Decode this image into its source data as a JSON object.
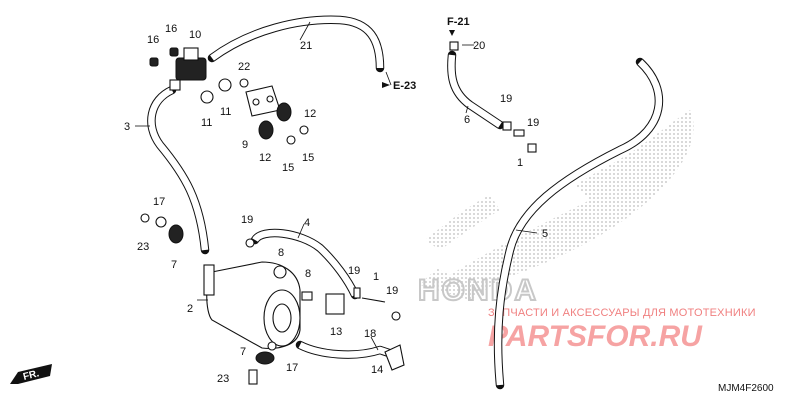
{
  "diagram": {
    "callouts": {
      "p1a": "1",
      "p1b": "1",
      "p2": "2",
      "p3": "3",
      "p4": "4",
      "p5": "5",
      "p6": "6",
      "p7a": "7",
      "p7b": "7",
      "p8a": "8",
      "p8b": "8",
      "p9": "9",
      "p10": "10",
      "p11a": "11",
      "p11b": "11",
      "p12a": "12",
      "p12b": "12",
      "p13": "13",
      "p14": "14",
      "p15a": "15",
      "p15b": "15",
      "p16a": "16",
      "p16b": "16",
      "p17a": "17",
      "p17b": "17",
      "p18": "18",
      "p19a": "19",
      "p19b": "19",
      "p19c": "19",
      "p19d": "19",
      "p19e": "19",
      "p20": "20",
      "p21": "21",
      "p22": "22",
      "p23a": "23",
      "p23b": "23"
    },
    "refs": {
      "e23": "E-23",
      "f21": "F-21"
    },
    "direction": "FR.",
    "diagram_code": "MJM4F2600",
    "brand_wordmark": "HONDA",
    "watermark": {
      "tagline": "ЗАПЧАСТИ И АКСЕССУАРЫ ДЛЯ МОТОТЕХНИКИ",
      "site": "PARTSFOR.RU"
    },
    "colors": {
      "line": "#111111",
      "watermark": "#f08080",
      "logo_dots": "#bdbdbd"
    }
  }
}
